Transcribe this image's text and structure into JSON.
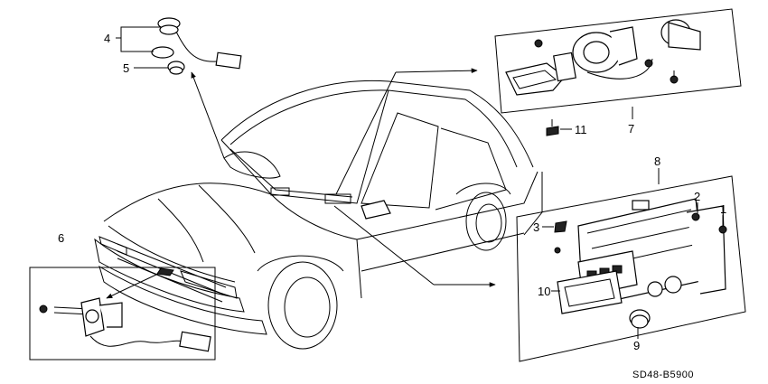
{
  "diagram": {
    "callouts": {
      "c1": "1",
      "c2": "2",
      "c3": "3",
      "c4": "4",
      "c5": "5",
      "c6": "6",
      "c7": "7",
      "c8": "8",
      "c9": "9",
      "c10": "10",
      "c11": "11"
    },
    "diagram_code": "SD48-B5900"
  }
}
